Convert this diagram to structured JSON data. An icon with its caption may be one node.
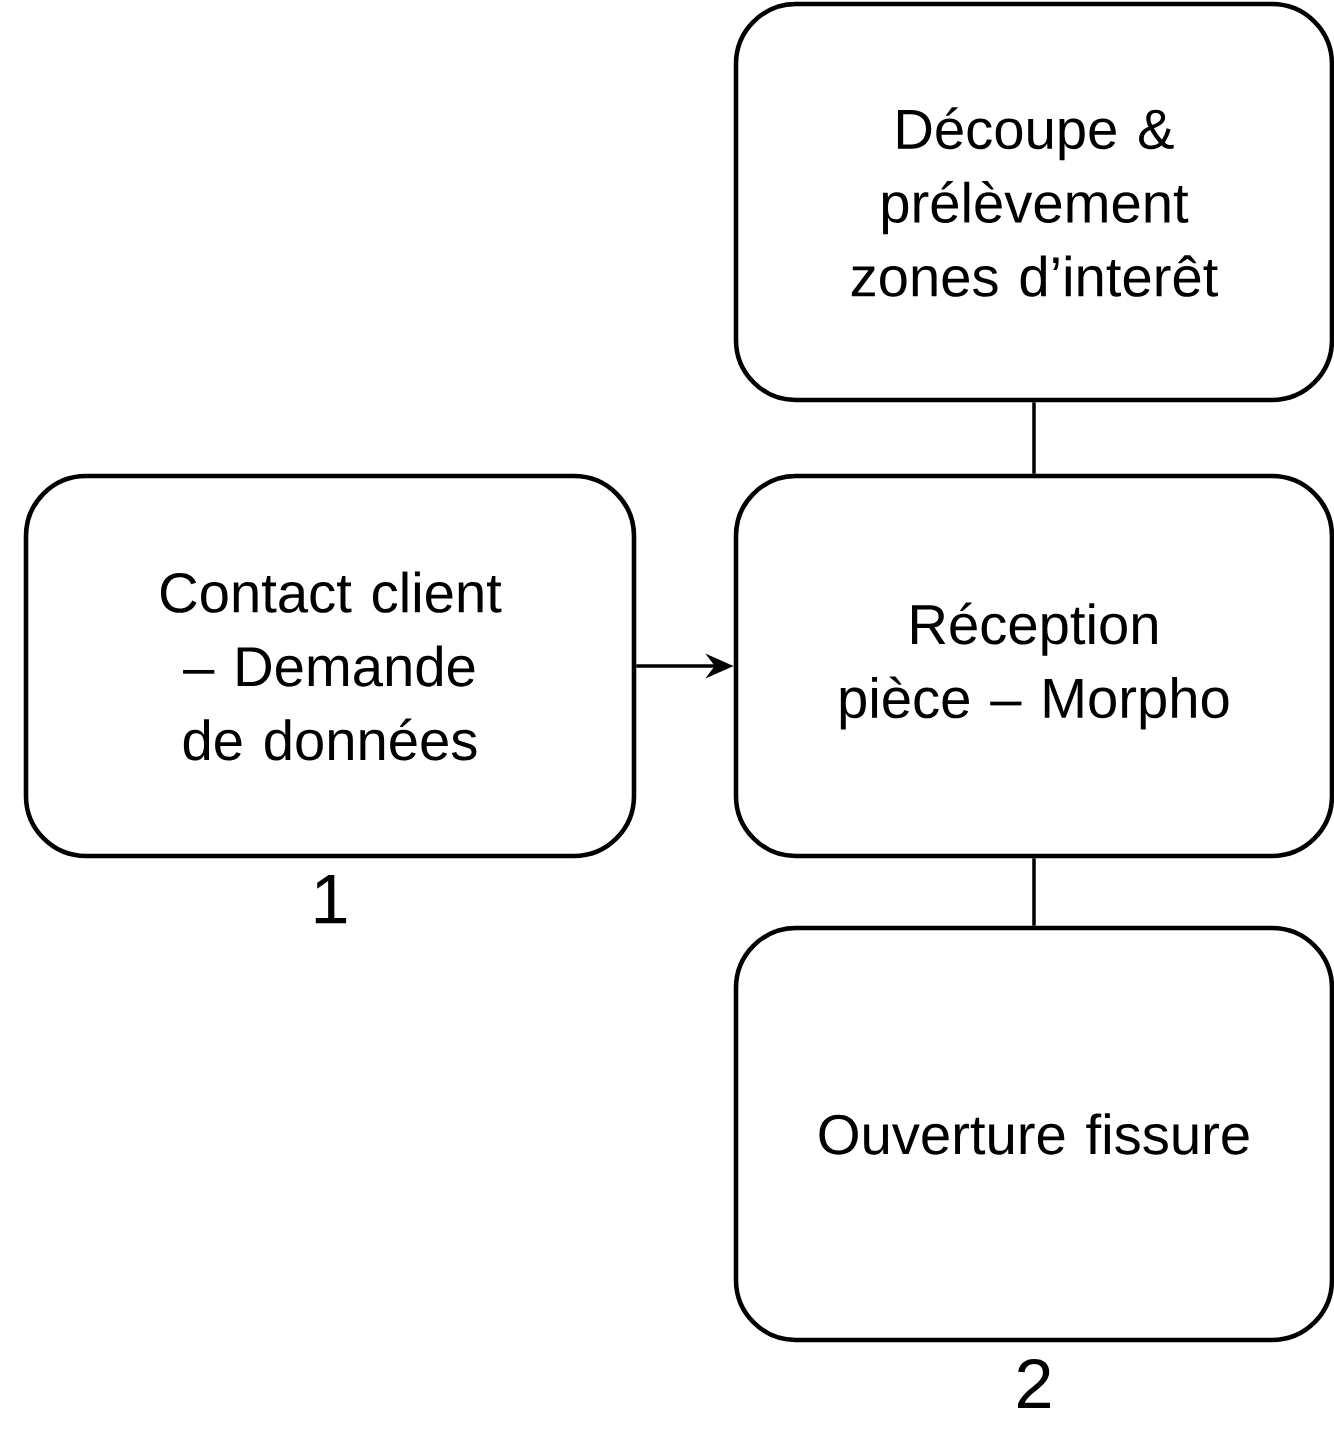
{
  "diagram": {
    "nodes": [
      {
        "text": [
          "Découpe & prélèvement zones d’interêt"
        ]
      },
      {
        "text": [
          "Contact client – Demande de données"
        ],
        "beside": [
          "1"
        ]
      },
      {
        "text": [
          "Réception pièce – Morpho"
        ]
      },
      {
        "text": [
          "Ouverture fissure"
        ],
        "beside": [
          "2"
        ]
      }
    ],
    "edges": [
      {
        "from": 0,
        "to": 2,
        "arrow": "none"
      },
      {
        "from": 1,
        "to": 2,
        "arrow": "to"
      },
      {
        "from": 2,
        "to": 3,
        "arrow": "none"
      }
    ]
  }
}
